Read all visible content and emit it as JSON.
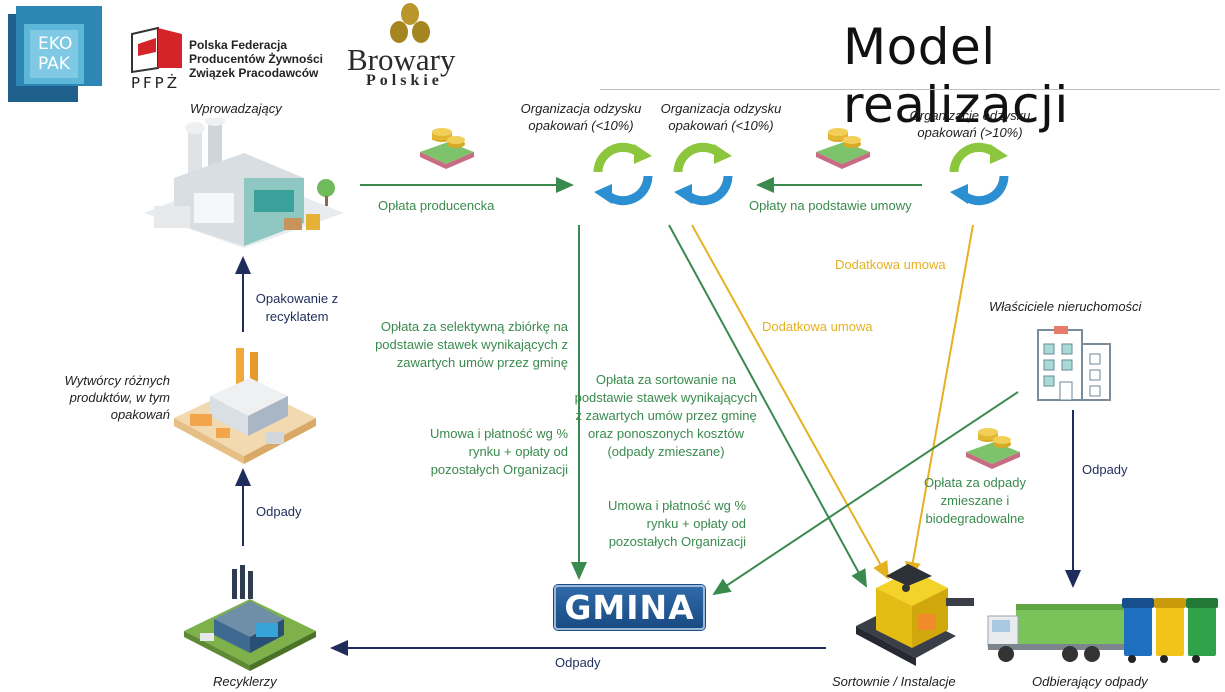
{
  "title": "Model realizacji",
  "logos": {
    "ekopak_line1": "EKO",
    "ekopak_line2": "PAK",
    "pfpz_line1": "Polska Federacja",
    "pfpz_line2": "Producentów Żywności",
    "pfpz_line3": "Związek Pracodawców",
    "pfpz_abbr": "PFPŻ",
    "browary_line1": "Browary",
    "browary_line2": "Polskie"
  },
  "actors": {
    "wprowadzajacy": "Wprowadzający",
    "org_1": "Organizacja odzysku opakowań (<10%)",
    "org_2": "Organizacja odzysku opakowań (<10%)",
    "org_3": "Organizacje odzysku opakowań (>10%)",
    "wytworcy": "Wytwórcy różnych produktów, w tym opakowań",
    "wlasciciele": "Właściciele nieruchomości",
    "recyklerzy": "Recyklerzy",
    "sortownie": "Sortownie / Instalacje",
    "odbierajacy": "Odbierający odpady",
    "gmina": "GMINA"
  },
  "flows": {
    "oplata_producencka": "Opłata producencka",
    "oplaty_umowy": "Opłaty na podstawie umowy",
    "dodatkowa_1": "Dodatkowa umowa",
    "dodatkowa_2": "Dodatkowa umowa",
    "opakowanie_recyklat": "Opakowanie z recyklatem",
    "odpady_left": "Odpady",
    "odpady_bottom": "Odpady",
    "odpady_right": "Odpady",
    "selektywna": "Opłata za selektywną zbiórkę na podstawie stawek wynikających z zawartych umów przez gminę",
    "umowa_1": "Umowa i płatność wg % rynku + opłaty od pozostałych Organizacji",
    "sortowanie": "Opłata za sortowanie na podstawie stawek wynikających z zawartych umów przez gminę oraz ponoszonych kosztów (odpady zmieszane)",
    "umowa_2": "Umowa i płatność wg % rynku + opłaty od pozostałych Organizacji",
    "zmieszane": "Opłata za odpady zmieszane i biodegradowalne"
  },
  "colors": {
    "green": "#3a8a4e",
    "yellow": "#e6b120",
    "navy": "#1f2d5c",
    "gmina_blue": "#1a4b83"
  }
}
